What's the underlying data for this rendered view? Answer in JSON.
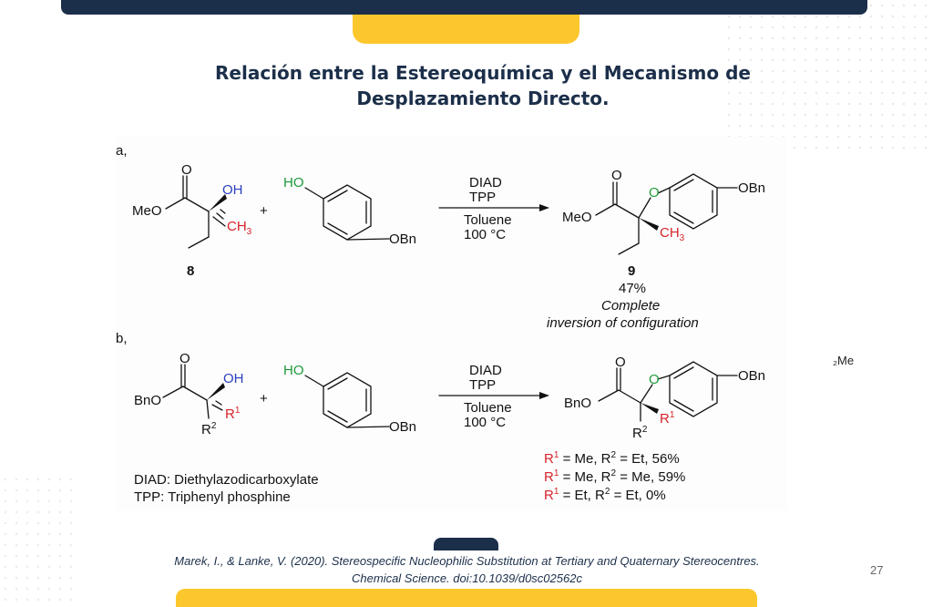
{
  "title_line1": "Relación entre la Estereoquímica y el Mecanismo de",
  "title_line2": "Desplazamiento Directo.",
  "scheme_a": {
    "label": "a,",
    "ester": "MeO",
    "carbonyl_o": "O",
    "oh": "OH",
    "ch3": "CH",
    "ch3_sub": "3",
    "plus": "+",
    "phenol_ho": "HO",
    "phenol_obn": "OBn",
    "reagent1": "DIAD",
    "reagent2": "TPP",
    "solvent": "Toluene",
    "temperature": "100 °C",
    "compound_8": "8",
    "product_ester": "MeO",
    "product_carbonyl_o": "O",
    "product_ether_o": "O",
    "product_obn": "OBn",
    "product_ch3": "CH",
    "product_ch3_sub": "3",
    "compound_9": "9",
    "yield": "47%",
    "note_line1": "Complete",
    "note_line2": "inversion of configuration"
  },
  "scheme_b": {
    "label": "b,",
    "ester": "BnO",
    "carbonyl_o": "O",
    "oh": "OH",
    "r1": "R",
    "r1_sup": "1",
    "r2": "R",
    "r2_sup": "2",
    "plus": "+",
    "phenol_ho": "HO",
    "phenol_obn": "OBn",
    "reagent1": "DIAD",
    "reagent2": "TPP",
    "solvent": "Toluene",
    "temperature": "100 °C",
    "product_ester": "BnO",
    "product_carbonyl_o": "O",
    "product_ether_o": "O",
    "product_obn": "OBn",
    "product_r1": "R",
    "product_r1_sup": "1",
    "product_r2": "R",
    "product_r2_sup": "2",
    "results": [
      {
        "r1": "R",
        "r1_sup": "1",
        "mid": " = Me, R",
        "r2_sup": "2",
        "tail": " = Et, 56%"
      },
      {
        "r1": "R",
        "r1_sup": "1",
        "mid": " = Me, R",
        "r2_sup": "2",
        "tail": " = Me, 59%"
      },
      {
        "r1": "R",
        "r1_sup": "1",
        "mid": " = Et, R",
        "r2_sup": "2",
        "tail": " = Et, 0%"
      }
    ],
    "legend_diad": "DIAD: Diethylazodicarboxylate",
    "legend_tpp": "TPP: Triphenyl phosphine"
  },
  "cut_off_text": "₂Me",
  "citation_line1": "Marek, I., & Lanke, V. (2020). Stereospecific Nucleophilic Substitution at Tertiary and Quaternary Stereocentres.",
  "citation_line2": "Chemical Science. doi:10.1039/d0sc02562c",
  "page_number": "27",
  "colors": {
    "navy": "#1c2f4a",
    "yellow": "#fcc72c",
    "blue": "#2b3fbf",
    "red": "#d6232a",
    "green": "#1e9a3a"
  }
}
